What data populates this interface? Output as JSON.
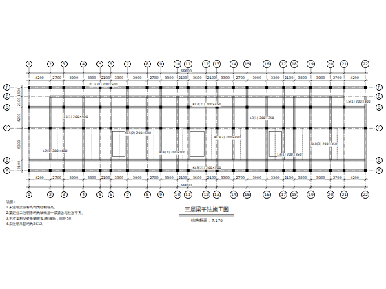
{
  "diagram": {
    "title": "三层梁平法施工图",
    "caption": "结构标高：7.170",
    "nodes": [
      {
        "text": [
          "1"
        ]
      },
      {
        "text": [
          "2"
        ]
      },
      {
        "text": [
          "3"
        ]
      },
      {
        "text": [
          "4"
        ]
      },
      {
        "text": [
          "5"
        ]
      },
      {
        "text": [
          "6"
        ]
      },
      {
        "text": [
          "7"
        ]
      },
      {
        "text": [
          "8"
        ]
      },
      {
        "text": [
          "9"
        ]
      },
      {
        "text": [
          "10"
        ]
      },
      {
        "text": [
          "11"
        ]
      },
      {
        "text": [
          "12"
        ]
      },
      {
        "text": [
          "13"
        ]
      },
      {
        "text": [
          "14"
        ]
      },
      {
        "text": [
          "15"
        ]
      },
      {
        "text": [
          "16"
        ]
      },
      {
        "text": [
          "17"
        ]
      },
      {
        "text": [
          "18"
        ]
      },
      {
        "text": [
          "19"
        ]
      },
      {
        "text": [
          "20"
        ]
      },
      {
        "text": [
          "21"
        ]
      },
      {
        "text": [
          "22"
        ]
      },
      {
        "text": [
          "1"
        ]
      },
      {
        "text": [
          "2"
        ]
      },
      {
        "text": [
          "3"
        ]
      },
      {
        "text": [
          "4"
        ]
      },
      {
        "text": [
          "5"
        ]
      },
      {
        "text": [
          "6"
        ]
      },
      {
        "text": [
          "7"
        ]
      },
      {
        "text": [
          "8"
        ]
      },
      {
        "text": [
          "9"
        ]
      },
      {
        "text": [
          "10"
        ]
      },
      {
        "text": [
          "11"
        ]
      },
      {
        "text": [
          "12"
        ]
      },
      {
        "text": [
          "13"
        ]
      },
      {
        "text": [
          "14"
        ]
      },
      {
        "text": [
          "15"
        ]
      },
      {
        "text": [
          "16"
        ]
      },
      {
        "text": [
          "17"
        ]
      },
      {
        "text": [
          "18"
        ]
      },
      {
        "text": [
          "19"
        ]
      },
      {
        "text": [
          "20"
        ]
      },
      {
        "text": [
          "21"
        ]
      },
      {
        "text": [
          "22"
        ]
      },
      {
        "text": [
          "F"
        ]
      },
      {
        "text": [
          "E"
        ]
      },
      {
        "text": [
          "D"
        ]
      },
      {
        "text": [
          "C"
        ]
      },
      {
        "text": [
          "B"
        ]
      },
      {
        "text": [
          "A"
        ]
      },
      {
        "text": [
          "F"
        ]
      },
      {
        "text": [
          "E"
        ]
      },
      {
        "text": [
          "D"
        ]
      },
      {
        "text": [
          "C"
        ]
      },
      {
        "text": [
          "B"
        ]
      },
      {
        "text": [
          "A"
        ]
      }
    ],
    "edges": [
      {
        "from": 0,
        "to": 22,
        "arrow": "none"
      },
      {
        "from": 1,
        "to": 23,
        "arrow": "none"
      },
      {
        "from": 2,
        "to": 24,
        "arrow": "none"
      },
      {
        "from": 3,
        "to": 25,
        "arrow": "none"
      },
      {
        "from": 4,
        "to": 26,
        "arrow": "none"
      },
      {
        "from": 5,
        "to": 27,
        "arrow": "none"
      },
      {
        "from": 6,
        "to": 28,
        "arrow": "none"
      },
      {
        "from": 7,
        "to": 29,
        "arrow": "none"
      },
      {
        "from": 8,
        "to": 30,
        "arrow": "none"
      },
      {
        "from": 9,
        "to": 31,
        "arrow": "none"
      },
      {
        "from": 10,
        "to": 32,
        "arrow": "none"
      },
      {
        "from": 11,
        "to": 33,
        "arrow": "none"
      },
      {
        "from": 12,
        "to": 34,
        "arrow": "none"
      },
      {
        "from": 13,
        "to": 35,
        "arrow": "none"
      },
      {
        "from": 14,
        "to": 36,
        "arrow": "none"
      },
      {
        "from": 15,
        "to": 37,
        "arrow": "none"
      },
      {
        "from": 16,
        "to": 38,
        "arrow": "none"
      },
      {
        "from": 17,
        "to": 39,
        "arrow": "none"
      },
      {
        "from": 18,
        "to": 40,
        "arrow": "none"
      },
      {
        "from": 19,
        "to": 41,
        "arrow": "none"
      },
      {
        "from": 20,
        "to": 42,
        "arrow": "none"
      },
      {
        "from": 21,
        "to": 43,
        "arrow": "none"
      },
      {
        "from": 44,
        "to": 50,
        "arrow": "none"
      },
      {
        "from": 45,
        "to": 51,
        "arrow": "none"
      },
      {
        "from": 46,
        "to": 52,
        "arrow": "none"
      },
      {
        "from": 47,
        "to": 53,
        "arrow": "none"
      },
      {
        "from": 48,
        "to": 54,
        "arrow": "none"
      },
      {
        "from": 49,
        "to": 55,
        "arrow": "none"
      }
    ],
    "labels": [
      "4200",
      "2700",
      "3900",
      "3300",
      "2100",
      "3300",
      "3900",
      "2700",
      "3300",
      "2100",
      "3600",
      "2100",
      "3300",
      "2700",
      "3900",
      "3300",
      "2100",
      "3300",
      "3900",
      "2700",
      "4200",
      "66600",
      "4200",
      "2700",
      "3900",
      "3300",
      "2100",
      "3300",
      "3900",
      "2700",
      "3300",
      "2100",
      "3600",
      "2100",
      "3300",
      "2700",
      "3900",
      "3300",
      "2100",
      "3300",
      "3900",
      "2700",
      "4200",
      "66600",
      "1800",
      "2100",
      "4200",
      "6300",
      "2100",
      "说明：",
      "1.未注明梁顶标高均为结构标高。",
      "2.梁定位未注明者均为轴线居中或梁边与柱边平齐。",
      "3.主次梁相交处每侧附加3根箍筋，间距50。",
      "4.未注明吊筋均为2C12。",
      "KL1(21) 200×500",
      "KL2(21) 200×450",
      "L1(1) 200×400",
      "KL5(2) 200×500",
      "L3(1) 200×350",
      "KL8(3) 200×450",
      "L2(1) 200×400",
      "KL6(2) 200×500",
      "L4(1) 200×350",
      "KL9(3) 200×450",
      "KL3(21) 200×500",
      "L5(1) 200×400"
    ]
  }
}
